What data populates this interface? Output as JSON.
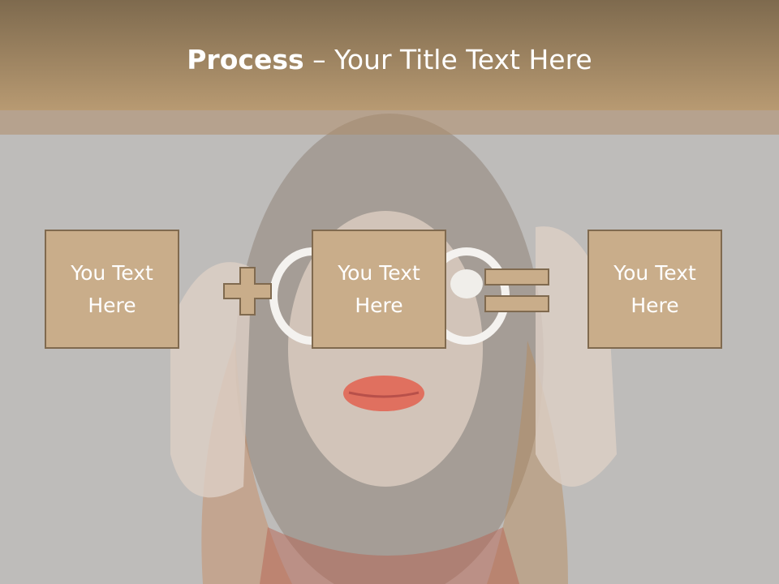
{
  "title": {
    "bold": "Process",
    "rest": " – Your Title Text Here"
  },
  "boxes": [
    {
      "label": "You Text Here"
    },
    {
      "label": "You Text Here"
    },
    {
      "label": "You Text Here"
    }
  ],
  "operators": [
    "plus-icon",
    "equals-icon"
  ],
  "colors": {
    "header_top": "#7e6a4e",
    "header_bottom": "#b89a72",
    "box_fill": "#c9ad8a",
    "box_border": "#806a4f",
    "text": "#ffffff"
  }
}
